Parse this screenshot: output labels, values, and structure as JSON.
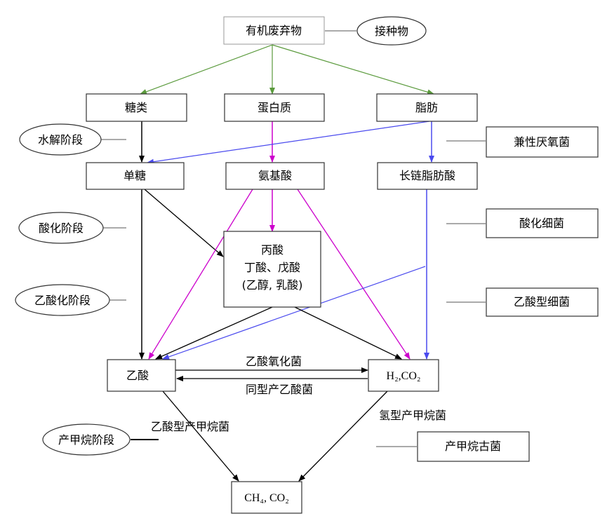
{
  "diagram": {
    "nodes": {
      "organic_waste": "有机废弃物",
      "inoculum": "接种物",
      "sugars": "糖类",
      "protein": "蛋白质",
      "fat": "脂肪",
      "monosaccharide": "单糖",
      "amino_acid": "氨基酸",
      "lcfa": "长链脂肪酸",
      "intermediates_line1": "丙酸",
      "intermediates_line2": "丁酸、戊酸",
      "intermediates_line3": "(乙醇, 乳酸)",
      "acetic_acid": "乙酸",
      "h2co2": "H₂,CO₂",
      "ch4co2": "CH₄, CO₂"
    },
    "stages": {
      "hydrolysis": "水解阶段",
      "acidification": "酸化阶段",
      "acetogenesis": "乙酸化阶段",
      "methanogenesis": "产甲烷阶段"
    },
    "microbes": {
      "facultative_anaerobes": "兼性厌氧菌",
      "acidogenic_bacteria": "酸化细菌",
      "acetogenic_bacteria": "乙酸型细菌",
      "methanogenic_archaea": "产甲烷古菌"
    },
    "edge_labels": {
      "acetate_oxidizing": "乙酸氧化菌",
      "homoacetogenic": "同型产乙酸菌",
      "acetoclastic_methanogens": "乙酸型产甲烷菌",
      "hydrogenotrophic_methanogens": "氢型产甲烷菌"
    },
    "colors": {
      "green": "#5a9a3c",
      "magenta": "#cc00cc",
      "blue": "#4a4aee",
      "black": "#000000"
    }
  }
}
